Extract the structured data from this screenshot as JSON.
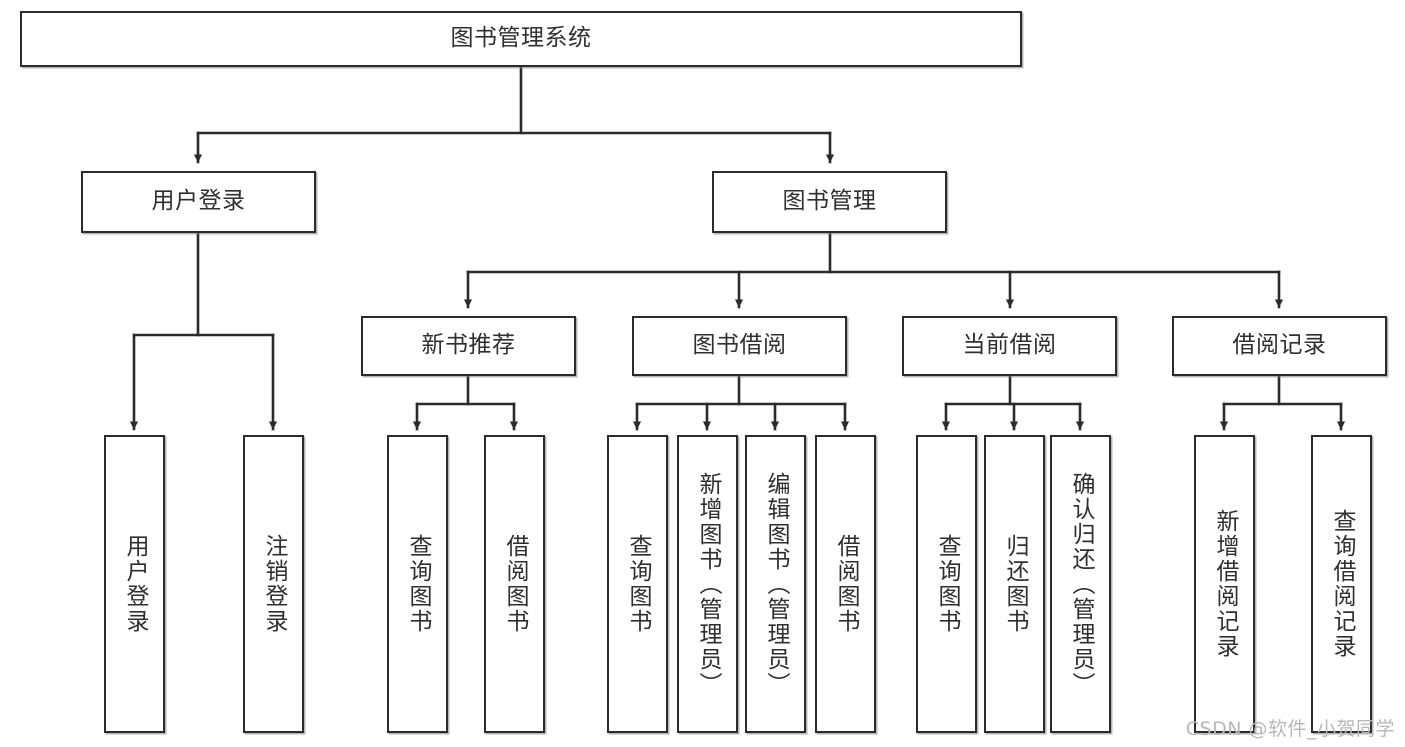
{
  "diagram": {
    "type": "tree-hierarchy",
    "title": "图书管理系统",
    "watermark": "CSDN @软件_小贺同学",
    "colors": {
      "stroke": "#2b2b2b",
      "text": "#2f2f2f",
      "background": "#ffffff",
      "watermark": "#b8b8b8"
    },
    "levels": {
      "root": {
        "label": "图书管理系统"
      },
      "level2": [
        {
          "id": "user-login",
          "label": "用户登录"
        },
        {
          "id": "book-manage",
          "label": "图书管理"
        }
      ],
      "level3": [
        {
          "id": "new-book-recommend",
          "label": "新书推荐",
          "parent": "book-manage"
        },
        {
          "id": "book-borrow",
          "label": "图书借阅",
          "parent": "book-manage"
        },
        {
          "id": "current-borrow",
          "label": "当前借阅",
          "parent": "book-manage"
        },
        {
          "id": "borrow-record",
          "label": "借阅记录",
          "parent": "book-manage"
        }
      ],
      "leaves": [
        {
          "id": "leaf-user-login",
          "label": "用户登录",
          "parent": "user-login"
        },
        {
          "id": "leaf-logout",
          "label": "注销登录",
          "parent": "user-login"
        },
        {
          "id": "leaf-query-book-1",
          "label": "查询图书",
          "parent": "new-book-recommend"
        },
        {
          "id": "leaf-borrow-book-1",
          "label": "借阅图书",
          "parent": "new-book-recommend"
        },
        {
          "id": "leaf-query-book-2",
          "label": "查询图书",
          "parent": "book-borrow"
        },
        {
          "id": "leaf-add-book",
          "label": "新增图书（管理员）",
          "parent": "book-borrow"
        },
        {
          "id": "leaf-edit-book",
          "label": "编辑图书（管理员）",
          "parent": "book-borrow"
        },
        {
          "id": "leaf-borrow-book-2",
          "label": "借阅图书",
          "parent": "book-borrow"
        },
        {
          "id": "leaf-query-book-3",
          "label": "查询图书",
          "parent": "current-borrow"
        },
        {
          "id": "leaf-return-book",
          "label": "归还图书",
          "parent": "current-borrow"
        },
        {
          "id": "leaf-confirm-return",
          "label": "确认归还（管理员）",
          "parent": "current-borrow"
        },
        {
          "id": "leaf-add-record",
          "label": "新增借阅记录",
          "parent": "borrow-record"
        },
        {
          "id": "leaf-query-record",
          "label": "查询借阅记录",
          "parent": "borrow-record"
        }
      ]
    }
  }
}
